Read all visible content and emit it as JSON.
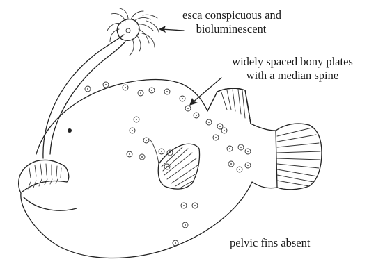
{
  "labels": {
    "esca_line1": "esca conspicuous and",
    "esca_line2": "bioluminescent",
    "plates_line1": "widely spaced bony plates",
    "plates_line2": "with a median spine",
    "pelvic": "pelvic fins absent"
  },
  "colors": {
    "ink": "#222222",
    "background": "#ffffff"
  }
}
